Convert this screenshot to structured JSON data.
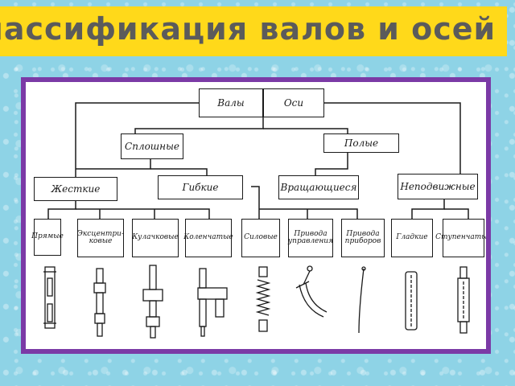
{
  "title": "Классификация валов и осей",
  "diagram": {
    "top": {
      "left": "Валы",
      "right": "Оси"
    },
    "level2": {
      "solid": "Сплошные",
      "hollow": "Полые"
    },
    "level3": {
      "rigid": "Жесткие",
      "flexible": "Гибкие",
      "rotating": "Вращающиеся",
      "fixed": "Неподвижные"
    },
    "columns": [
      "Прямые",
      "Эксцентри-ковые",
      "Кулачковые",
      "Коленчатые",
      "Силовые",
      "Привода управления",
      "Привода приборов",
      "Гладкие",
      "Ступенчатые"
    ]
  }
}
